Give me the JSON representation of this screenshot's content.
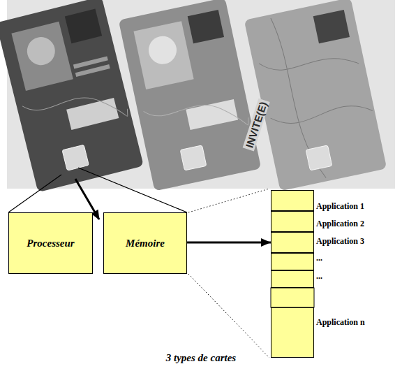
{
  "diagram": {
    "caption": "3 types de cartes",
    "nodes": [
      {
        "text": [
          "Processeur"
        ]
      },
      {
        "text": [
          "Mémoire"
        ]
      },
      {
        "text": [
          "Application 1"
        ]
      },
      {
        "text": [
          "Application 2"
        ]
      },
      {
        "text": [
          "Application 3"
        ]
      },
      {
        "text": [
          "..."
        ]
      },
      {
        "text": [
          "..."
        ]
      },
      {
        "text": [
          "Application n"
        ]
      }
    ],
    "edges": [
      {
        "from": 1,
        "to": 4,
        "arrow": "to"
      }
    ],
    "labels": [
      "INVITE(E)"
    ]
  }
}
